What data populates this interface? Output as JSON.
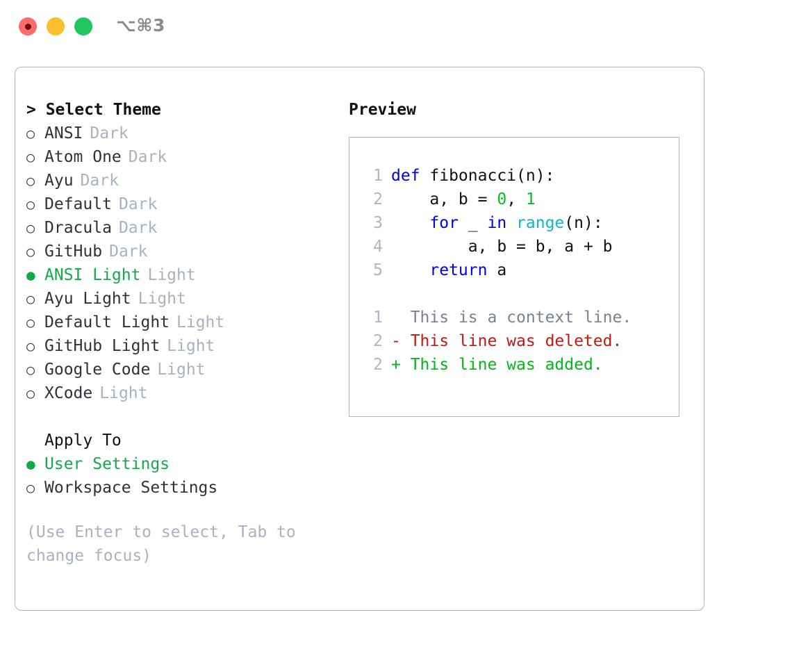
{
  "titlebar": {
    "shortcut": "⌥⌘3",
    "buttons": [
      {
        "name": "close",
        "color": "#ff6b6b"
      },
      {
        "name": "minimize",
        "color": "#ffbe2e"
      },
      {
        "name": "maximize",
        "color": "#22c55e"
      }
    ]
  },
  "theme_section": {
    "header": "> Select Theme",
    "selected_glyph": "●",
    "unselected_glyph": "○",
    "accent_color": "#16a94a",
    "items": [
      {
        "glyph": "○",
        "name": "ANSI",
        "tag": "Dark",
        "selected": false
      },
      {
        "glyph": "○",
        "name": "Atom One",
        "tag": "Dark",
        "selected": false
      },
      {
        "glyph": "○",
        "name": "Ayu",
        "tag": "Dark",
        "selected": false
      },
      {
        "glyph": "○",
        "name": "Default",
        "tag": "Dark",
        "selected": false
      },
      {
        "glyph": "○",
        "name": "Dracula",
        "tag": "Dark",
        "selected": false
      },
      {
        "glyph": "○",
        "name": "GitHub",
        "tag": "Dark",
        "selected": false
      },
      {
        "glyph": "●",
        "name": "ANSI Light",
        "tag": "Light",
        "selected": true
      },
      {
        "glyph": "○",
        "name": "Ayu Light",
        "tag": "Light",
        "selected": false
      },
      {
        "glyph": "○",
        "name": "Default Light",
        "tag": "Light",
        "selected": false
      },
      {
        "glyph": "○",
        "name": "GitHub Light",
        "tag": "Light",
        "selected": false
      },
      {
        "glyph": "○",
        "name": "Google Code",
        "tag": "Light",
        "selected": false
      },
      {
        "glyph": "○",
        "name": "XCode",
        "tag": "Light",
        "selected": false
      }
    ]
  },
  "apply_section": {
    "header": "Apply To",
    "items": [
      {
        "glyph": "●",
        "name": "User Settings",
        "selected": true
      },
      {
        "glyph": "○",
        "name": "Workspace Settings",
        "selected": false
      }
    ]
  },
  "hint": "(Use Enter to select, Tab to change focus)",
  "preview": {
    "title": "Preview",
    "code_lines": [
      {
        "num": "1",
        "tokens": [
          {
            "t": "def",
            "c": "kw"
          },
          {
            "t": " fibonacci(n):",
            "c": "plain"
          }
        ]
      },
      {
        "num": "2",
        "tokens": [
          {
            "t": "    a, b = ",
            "c": "plain"
          },
          {
            "t": "0",
            "c": "num"
          },
          {
            "t": ", ",
            "c": "plain"
          },
          {
            "t": "1",
            "c": "num"
          }
        ]
      },
      {
        "num": "3",
        "tokens": [
          {
            "t": "    ",
            "c": "plain"
          },
          {
            "t": "for",
            "c": "kw"
          },
          {
            "t": " _ ",
            "c": "plain"
          },
          {
            "t": "in",
            "c": "kw"
          },
          {
            "t": " ",
            "c": "plain"
          },
          {
            "t": "range",
            "c": "fn"
          },
          {
            "t": "(n):",
            "c": "plain"
          }
        ]
      },
      {
        "num": "4",
        "tokens": [
          {
            "t": "        a, b = b, a + b",
            "c": "plain"
          }
        ]
      },
      {
        "num": "5",
        "tokens": [
          {
            "t": "    ",
            "c": "plain"
          },
          {
            "t": "return",
            "c": "kw"
          },
          {
            "t": " a",
            "c": "plain"
          }
        ]
      }
    ],
    "diff_lines": [
      {
        "num": "1",
        "marker": " ",
        "text": " This is a context line.",
        "kind": "diff-ctx"
      },
      {
        "num": "2",
        "marker": "-",
        "text": " This line was deleted.",
        "kind": "diff-del"
      },
      {
        "num": "2",
        "marker": "+",
        "text": " This line was added.",
        "kind": "diff-add"
      }
    ],
    "colors": {
      "keyword": "#0000ee",
      "function": "#12b7c6",
      "number": "#00c41a",
      "plain": "#111111",
      "line_number": "#adb6c6",
      "context": "#7b8290",
      "deleted": "#c21a12",
      "added": "#00b81a",
      "border": "#aab4c4"
    }
  }
}
